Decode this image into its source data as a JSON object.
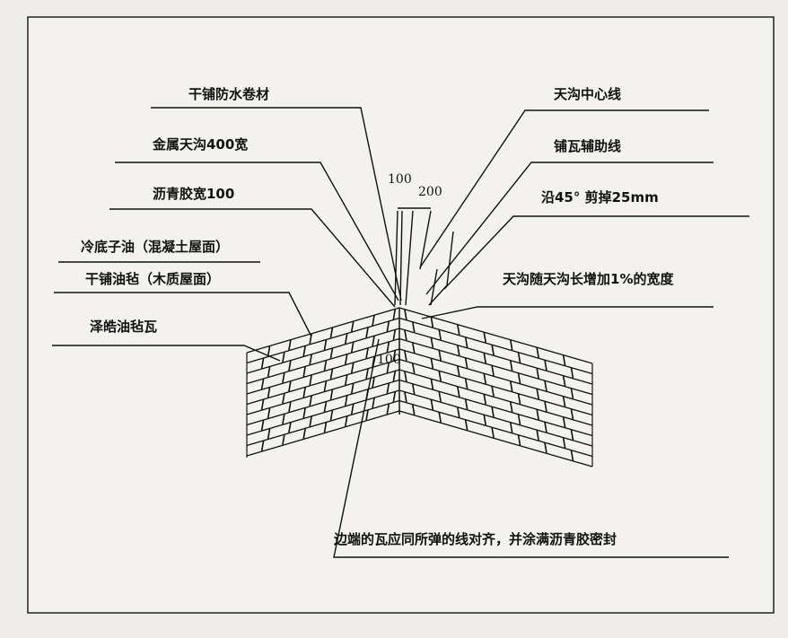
{
  "diagram": {
    "left_labels": [
      "干铺防水卷材",
      "金属天沟400宽",
      "沥青胶宽100",
      "冷底子油（混凝土屋面）",
      "干铺油毡（木质屋面）",
      "泽皓油毡瓦"
    ],
    "right_labels": [
      "天沟中心线",
      "铺瓦辅助线",
      "沿45° 剪掉25mm",
      "天沟随天沟长增加1%的宽度"
    ],
    "bottom_label": "边端的瓦应同所弹的线对齐，并涂满沥青胶密封",
    "dimensions": [
      "100",
      "200",
      "100"
    ]
  }
}
